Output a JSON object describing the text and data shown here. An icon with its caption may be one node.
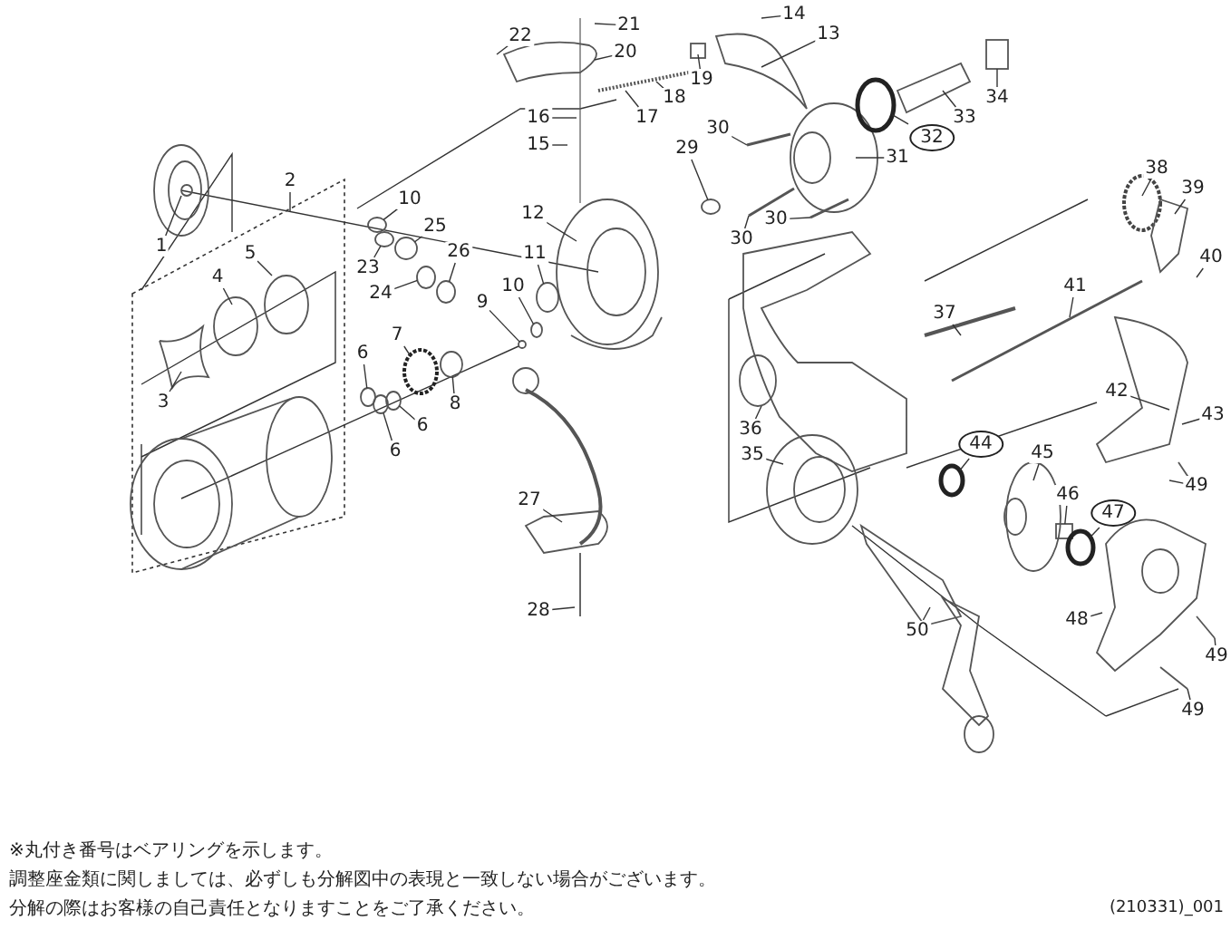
{
  "diagram": {
    "nodes": [
      {
        "text": [
          "22"
        ]
      },
      {
        "text": [
          "21"
        ]
      },
      {
        "text": [
          "20"
        ]
      },
      {
        "text": [
          "14"
        ]
      },
      {
        "text": [
          "13"
        ]
      },
      {
        "text": [
          "19"
        ]
      },
      {
        "text": [
          "18"
        ]
      },
      {
        "text": [
          "17"
        ]
      },
      {
        "text": [
          "16"
        ]
      },
      {
        "text": [
          "15"
        ]
      },
      {
        "text": [
          "34"
        ]
      },
      {
        "text": [
          "33"
        ]
      },
      {
        "text": [
          "32"
        ]
      },
      {
        "text": [
          "30"
        ]
      },
      {
        "text": [
          "29"
        ]
      },
      {
        "text": [
          "31"
        ]
      },
      {
        "text": [
          "30"
        ]
      },
      {
        "text": [
          "30"
        ]
      },
      {
        "text": [
          "1"
        ]
      },
      {
        "text": [
          "2"
        ]
      },
      {
        "text": [
          "10"
        ]
      },
      {
        "text": [
          "25"
        ]
      },
      {
        "text": [
          "23"
        ]
      },
      {
        "text": [
          "26"
        ]
      },
      {
        "text": [
          "24"
        ]
      },
      {
        "text": [
          "12"
        ]
      },
      {
        "text": [
          "11"
        ]
      },
      {
        "text": [
          "10"
        ]
      },
      {
        "text": [
          "9"
        ]
      },
      {
        "text": [
          "5"
        ]
      },
      {
        "text": [
          "4"
        ]
      },
      {
        "text": [
          "3"
        ]
      },
      {
        "text": [
          "7"
        ]
      },
      {
        "text": [
          "6"
        ]
      },
      {
        "text": [
          "8"
        ]
      },
      {
        "text": [
          "6"
        ]
      },
      {
        "text": [
          "6"
        ]
      },
      {
        "text": [
          "38"
        ]
      },
      {
        "text": [
          "39"
        ]
      },
      {
        "text": [
          "40"
        ]
      },
      {
        "text": [
          "41"
        ]
      },
      {
        "text": [
          "37"
        ]
      },
      {
        "text": [
          "42"
        ]
      },
      {
        "text": [
          "43"
        ]
      },
      {
        "text": [
          "36"
        ]
      },
      {
        "text": [
          "35"
        ]
      },
      {
        "text": [
          "44"
        ]
      },
      {
        "text": [
          "45"
        ]
      },
      {
        "text": [
          "49"
        ]
      },
      {
        "text": [
          "46"
        ]
      },
      {
        "text": [
          "47"
        ]
      },
      {
        "text": [
          "27"
        ]
      },
      {
        "text": [
          "28"
        ]
      },
      {
        "text": [
          "48"
        ]
      },
      {
        "text": [
          "50"
        ]
      },
      {
        "text": [
          "49"
        ]
      },
      {
        "text": [
          "49"
        ]
      },
      {
        "text": [],
        "shape": "box"
      },
      {
        "text": [],
        "shape": "circle"
      },
      {
        "text": [],
        "shape": "circle"
      },
      {
        "text": [],
        "shape": "circle"
      },
      {
        "text": [],
        "shape": "circle"
      },
      {
        "text": [],
        "shape": "circle"
      },
      {
        "text": [],
        "shape": "circle"
      },
      {
        "text": [],
        "shape": "circle"
      },
      {
        "text": [],
        "shape": "circle"
      },
      {
        "text": [],
        "shape": "circle"
      },
      {
        "text": [],
        "shape": "circle"
      },
      {
        "text": [],
        "shape": "circle"
      },
      {
        "text": [],
        "shape": "circle"
      },
      {
        "text": [],
        "shape": "circle"
      },
      {
        "text": [],
        "shape": "circle"
      },
      {
        "text": [],
        "shape": "circle"
      },
      {
        "text": [],
        "shape": "circle"
      },
      {
        "text": [],
        "shape": "box"
      },
      {
        "text": [],
        "shape": "circle"
      }
    ],
    "edges": [
      {
        "from": 0,
        "to": null,
        "arrow": "none"
      },
      {
        "from": 1,
        "to": null,
        "arrow": "none"
      },
      {
        "from": 2,
        "to": null,
        "arrow": "none"
      },
      {
        "from": 3,
        "to": null,
        "arrow": "none"
      },
      {
        "from": 4,
        "to": null,
        "arrow": "none"
      },
      {
        "from": 5,
        "to": null,
        "arrow": "none"
      },
      {
        "from": 6,
        "to": null,
        "arrow": "none"
      },
      {
        "from": 7,
        "to": null,
        "arrow": "none"
      },
      {
        "from": 8,
        "to": null,
        "arrow": "none"
      },
      {
        "from": 9,
        "to": null,
        "arrow": "none"
      },
      {
        "from": 10,
        "to": 57,
        "arrow": "none"
      },
      {
        "from": 11,
        "to": null,
        "arrow": "none"
      },
      {
        "from": 12,
        "to": 58,
        "arrow": "none"
      },
      {
        "from": 13,
        "to": null,
        "arrow": "none"
      },
      {
        "from": 14,
        "to": 59,
        "arrow": "none"
      },
      {
        "from": 15,
        "to": null,
        "arrow": "none"
      },
      {
        "from": 16,
        "to": null,
        "arrow": "none"
      },
      {
        "from": 17,
        "to": null,
        "arrow": "none"
      },
      {
        "from": 18,
        "to": null,
        "arrow": "none"
      },
      {
        "from": 19,
        "to": null,
        "arrow": "none"
      },
      {
        "from": 20,
        "to": 60,
        "arrow": "none"
      },
      {
        "from": 21,
        "to": 62,
        "arrow": "none"
      },
      {
        "from": 22,
        "to": 61,
        "arrow": "none"
      },
      {
        "from": 23,
        "to": 64,
        "arrow": "none"
      },
      {
        "from": 24,
        "to": 63,
        "arrow": "none"
      },
      {
        "from": 25,
        "to": null,
        "arrow": "none"
      },
      {
        "from": 26,
        "to": 65,
        "arrow": "none"
      },
      {
        "from": 27,
        "to": 66,
        "arrow": "none"
      },
      {
        "from": 28,
        "to": 67,
        "arrow": "none"
      },
      {
        "from": 29,
        "to": null,
        "arrow": "none"
      },
      {
        "from": 30,
        "to": null,
        "arrow": "none"
      },
      {
        "from": 31,
        "to": null,
        "arrow": "none"
      },
      {
        "from": 32,
        "to": 68,
        "arrow": "none"
      },
      {
        "from": 33,
        "to": 70,
        "arrow": "none"
      },
      {
        "from": 34,
        "to": 69,
        "arrow": "none"
      },
      {
        "from": 35,
        "to": 72,
        "arrow": "none"
      },
      {
        "from": 36,
        "to": 71,
        "arrow": "none"
      },
      {
        "from": 37,
        "to": null,
        "arrow": "none"
      },
      {
        "from": 38,
        "to": null,
        "arrow": "none"
      },
      {
        "from": 39,
        "to": null,
        "arrow": "none"
      },
      {
        "from": 40,
        "to": null,
        "arrow": "none"
      },
      {
        "from": 41,
        "to": null,
        "arrow": "none"
      },
      {
        "from": 42,
        "to": null,
        "arrow": "none"
      },
      {
        "from": 43,
        "to": null,
        "arrow": "none"
      },
      {
        "from": 44,
        "to": null,
        "arrow": "none"
      },
      {
        "from": 45,
        "to": null,
        "arrow": "none"
      },
      {
        "from": 46,
        "to": 73,
        "arrow": "none"
      },
      {
        "from": 47,
        "to": null,
        "arrow": "none"
      },
      {
        "from": 48,
        "to": null,
        "arrow": "none"
      },
      {
        "from": 49,
        "to": 74,
        "arrow": "none"
      },
      {
        "from": 50,
        "to": 75,
        "arrow": "none"
      },
      {
        "from": 51,
        "to": null,
        "arrow": "none"
      },
      {
        "from": 52,
        "to": null,
        "arrow": "none"
      },
      {
        "from": 53,
        "to": null,
        "arrow": "none"
      },
      {
        "from": 54,
        "to": null,
        "arrow": "none"
      },
      {
        "from": 55,
        "to": null,
        "arrow": "none"
      },
      {
        "from": 56,
        "to": null,
        "arrow": "none"
      }
    ],
    "labels": [
      "※丸付き番号はベアリングを示します。",
      "調整座金類に関しましては、必ずしも分解図中の表現と一致しない場合がございます。",
      "分解の際はお客様の自己責任となりますことをご了承ください。",
      "(210331)_001"
    ]
  }
}
